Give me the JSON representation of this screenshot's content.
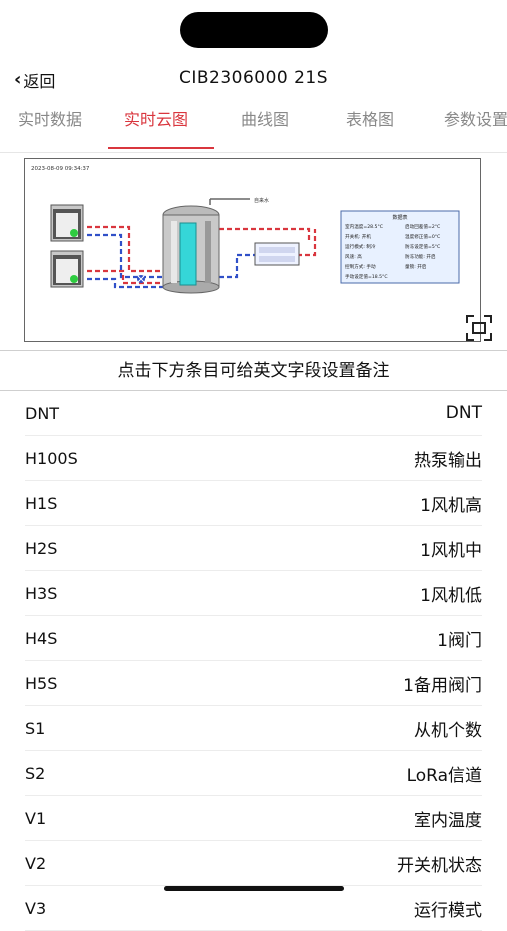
{
  "header": {
    "back_label": "返回",
    "title": "CIB2306000  21S"
  },
  "tabs": [
    {
      "label": "实时数据"
    },
    {
      "label": "实时云图"
    },
    {
      "label": "曲线图"
    },
    {
      "label": "表格图"
    },
    {
      "label": "参数设置"
    }
  ],
  "active_tab": "实时云图",
  "diagram": {
    "timestamp": "2023-08-09 09:34:37",
    "inlet_label": "自来水",
    "table_title": "数据表",
    "table_rows": [
      [
        "室内温度=28.5°C",
        "启动回差值=2°C"
      ],
      [
        "开关机: 开机",
        "温度修正值=0°C"
      ],
      [
        "运行模式: 制冷",
        "防冻设定值=5°C"
      ],
      [
        "风速: 高",
        "防冻功能: 开启"
      ],
      [
        "控制方式: 手动",
        "童锁: 开启"
      ],
      [
        "手动设定值=18.5°C",
        ""
      ]
    ]
  },
  "note": "点击下方条目可给英文字段设置备注",
  "items": [
    {
      "key": "DNT",
      "value": "DNT"
    },
    {
      "key": "H100S",
      "value": "热泵输出"
    },
    {
      "key": "H1S",
      "value": "1风机高"
    },
    {
      "key": "H2S",
      "value": "1风机中"
    },
    {
      "key": "H3S",
      "value": "1风机低"
    },
    {
      "key": "H4S",
      "value": "1阀门"
    },
    {
      "key": "H5S",
      "value": "1备用阀门"
    },
    {
      "key": "S1",
      "value": "从机个数"
    },
    {
      "key": "S2",
      "value": "LoRa信道"
    },
    {
      "key": "V1",
      "value": "室内温度"
    },
    {
      "key": "V2",
      "value": "开关机状态"
    },
    {
      "key": "V3",
      "value": "运行模式"
    }
  ],
  "colors": {
    "accent": "#d9363e",
    "inactive_tab": "#888888",
    "pipe_red": "#d9363e",
    "pipe_blue": "#3050c8",
    "panel_blue": "#e8f1ff",
    "led_green": "#2ecc40"
  }
}
